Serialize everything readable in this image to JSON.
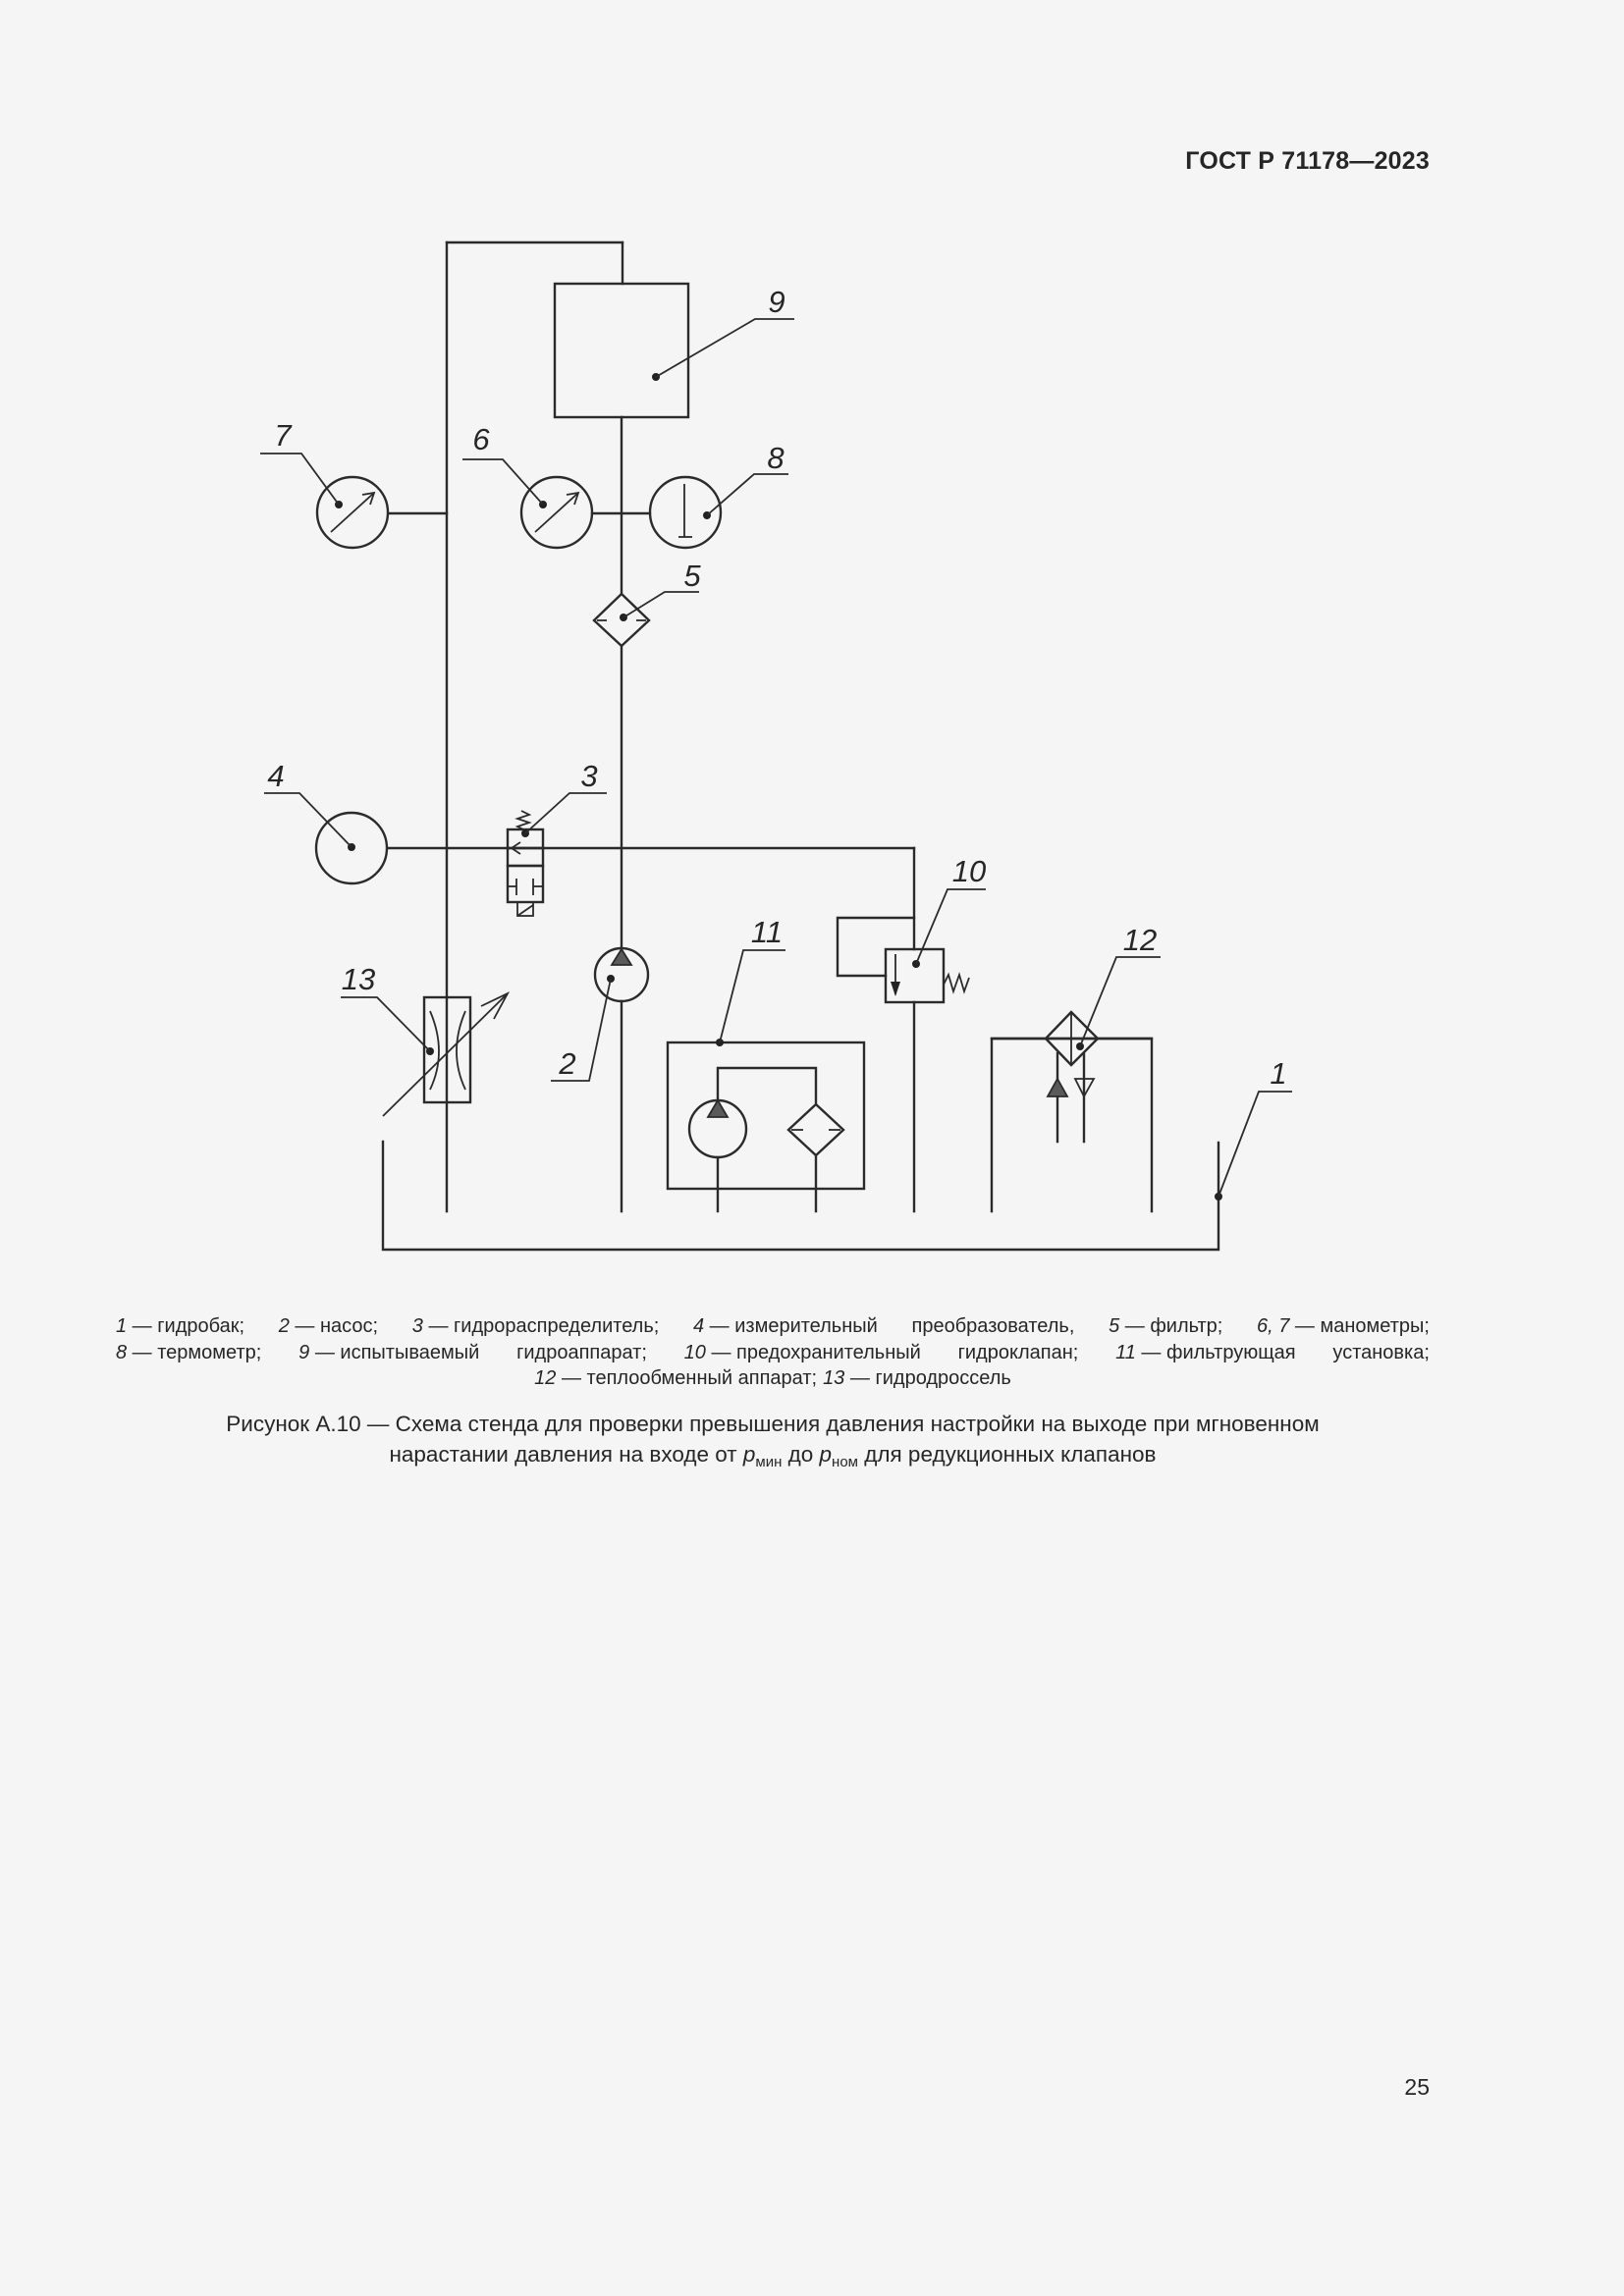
{
  "header": {
    "standard_id": "ГОСТ Р 71178—2023"
  },
  "diagram": {
    "labels": {
      "1": "1",
      "2": "2",
      "3": "3",
      "4": "4",
      "5": "5",
      "6": "6",
      "7": "7",
      "8": "8",
      "9": "9",
      "10": "10",
      "11": "11",
      "12": "12",
      "13": "13"
    },
    "components": [
      {
        "num": "1",
        "name": "гидробак",
        "icon": "tank-icon"
      },
      {
        "num": "2",
        "name": "насос",
        "icon": "pump-icon"
      },
      {
        "num": "3",
        "name": "гидрораспределитель",
        "icon": "directional-valve-icon"
      },
      {
        "num": "4",
        "name": "измерительный преобразователь",
        "icon": "transducer-icon"
      },
      {
        "num": "5",
        "name": "фильтр",
        "icon": "filter-icon"
      },
      {
        "num": "6",
        "name": "манометр",
        "icon": "pressure-gauge-icon"
      },
      {
        "num": "7",
        "name": "манометр",
        "icon": "pressure-gauge-icon"
      },
      {
        "num": "8",
        "name": "термометр",
        "icon": "thermometer-icon"
      },
      {
        "num": "9",
        "name": "испытываемый гидроаппарат",
        "icon": "test-unit-box-icon"
      },
      {
        "num": "10",
        "name": "предохранительный гидроклапан",
        "icon": "relief-valve-icon"
      },
      {
        "num": "11",
        "name": "фильтрующая установка",
        "icon": "filtration-unit-icon"
      },
      {
        "num": "12",
        "name": "теплообменный аппарат",
        "icon": "heat-exchanger-icon"
      },
      {
        "num": "13",
        "name": "гидродроссель",
        "icon": "throttle-valve-icon"
      }
    ]
  },
  "legend": {
    "rows": [
      [
        {
          "num": "1",
          "sep": " — ",
          "text": "гидробак;"
        },
        {
          "num": "2",
          "sep": " — ",
          "text": "насос;"
        },
        {
          "num": "3",
          "sep": " — ",
          "text": "гидрораспределитель;"
        },
        {
          "num": "4",
          "sep": " — ",
          "text": "измерительный"
        },
        {
          "num": "",
          "sep": "",
          "text": "преобразователь,"
        },
        {
          "num": "5",
          "sep": " — ",
          "text": "фильтр;"
        },
        {
          "num": "6, 7",
          "sep": " — ",
          "text": "манометры;"
        }
      ],
      [
        {
          "num": "8",
          "sep": " — ",
          "text": "термометр;"
        },
        {
          "num": "9",
          "sep": " — ",
          "text": "испытываемый"
        },
        {
          "num": "",
          "sep": "",
          "text": "гидроаппарат;"
        },
        {
          "num": "10",
          "sep": " — ",
          "text": "предохранительный"
        },
        {
          "num": "",
          "sep": "",
          "text": "гидроклапан;"
        },
        {
          "num": "11",
          "sep": " — ",
          "text": "фильтрующая"
        },
        {
          "num": "",
          "sep": "",
          "text": "установка;"
        }
      ],
      [
        {
          "num": "12",
          "sep": " — ",
          "text": "теплообменный аппарат;"
        },
        {
          "num": "13",
          "sep": " — ",
          "text": "гидродроссель"
        }
      ]
    ]
  },
  "caption": {
    "line1": "Рисунок А.10 — Схема стенда для проверки превышения давления настройки на выходе при мгновенном",
    "line2_pre": "нарастании давления на входе от ",
    "p_symbol": "p",
    "sub_min": "мин",
    "mid": " до ",
    "sub_nom": "ном",
    "line2_post": " для редукционных клапанов"
  },
  "footer": {
    "page_number": "25"
  }
}
